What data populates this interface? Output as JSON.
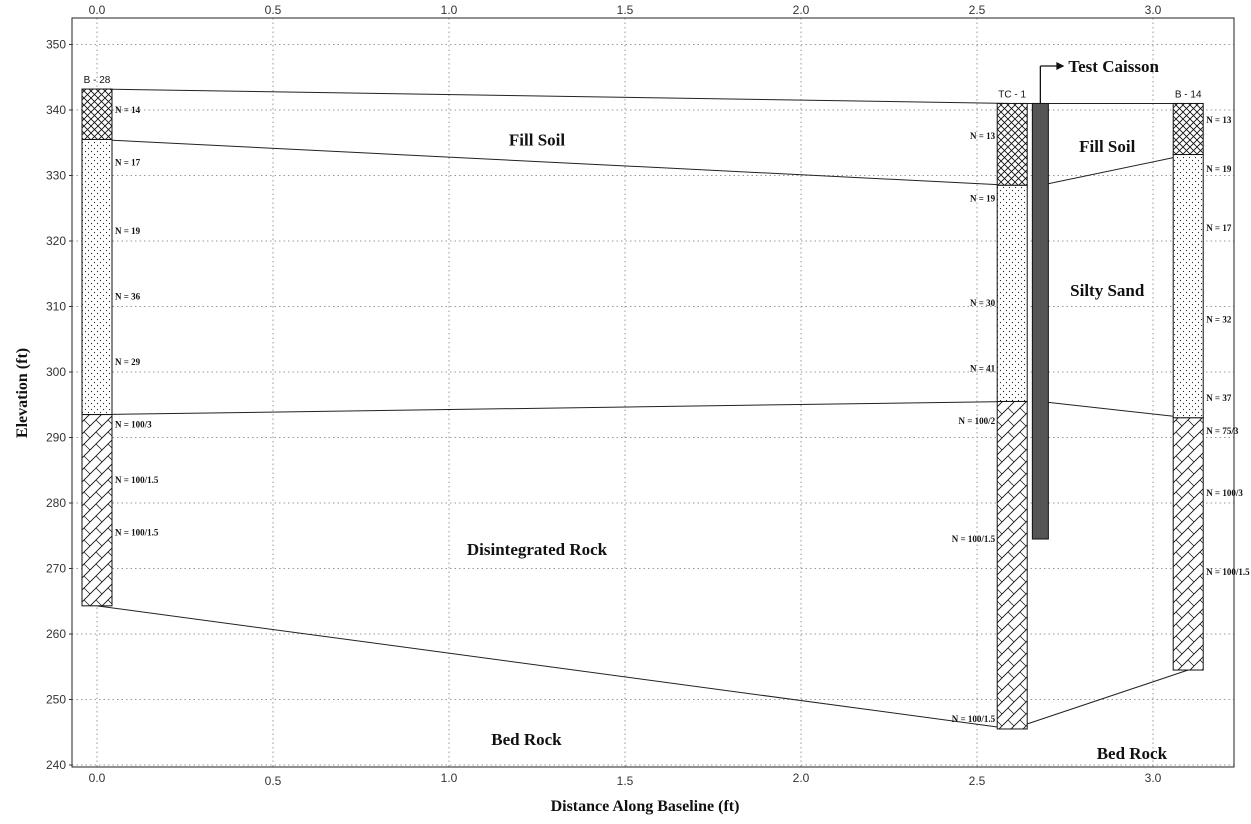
{
  "axes": {
    "x_title": "Distance Along Baseline (ft)",
    "y_title": "Elevation (ft)",
    "x_ticks": [
      "0.0",
      "0.5",
      "1.0",
      "1.5",
      "2.0",
      "2.5",
      "3.0"
    ],
    "y_ticks": [
      "240",
      "250",
      "260",
      "270",
      "280",
      "290",
      "300",
      "310",
      "320",
      "330",
      "340",
      "350"
    ]
  },
  "boreholes": [
    {
      "name": "B - 28",
      "x": 0.0,
      "top": 343.2,
      "bottom": 264.3,
      "layers": [
        {
          "pattern": "crosshatch",
          "top": 343.2,
          "bottom": 335.5
        },
        {
          "pattern": "dots",
          "top": 335.5,
          "bottom": 293.5
        },
        {
          "pattern": "diagonal",
          "top": 293.5,
          "bottom": 264.3
        }
      ],
      "spt": [
        {
          "label": "N = 14",
          "elev": 340.0
        },
        {
          "label": "N = 17",
          "elev": 332.0
        },
        {
          "label": "N = 19",
          "elev": 321.5
        },
        {
          "label": "N = 36",
          "elev": 311.5
        },
        {
          "label": "N = 29",
          "elev": 301.5
        },
        {
          "label": "N = 100/3",
          "elev": 292.0
        },
        {
          "label": "N = 100/1.5",
          "elev": 283.5
        },
        {
          "label": "N = 100/1.5",
          "elev": 275.5
        }
      ]
    },
    {
      "name": "TC - 1",
      "x": 2.6,
      "top": 341.0,
      "bottom": 245.5,
      "layers": [
        {
          "pattern": "crosshatch",
          "top": 341.0,
          "bottom": 328.5
        },
        {
          "pattern": "dots",
          "top": 328.5,
          "bottom": 295.5
        },
        {
          "pattern": "diagonal",
          "top": 295.5,
          "bottom": 245.5
        }
      ],
      "spt": [
        {
          "label": "N = 13",
          "elev": 336.0
        },
        {
          "label": "N = 19",
          "elev": 326.5
        },
        {
          "label": "N = 30",
          "elev": 310.5
        },
        {
          "label": "N = 41",
          "elev": 300.5
        },
        {
          "label": "N = 100/2",
          "elev": 292.5
        },
        {
          "label": "N = 100/1.5",
          "elev": 274.5
        },
        {
          "label": "N = 100/1.5",
          "elev": 247.0
        }
      ]
    },
    {
      "name": "B - 14",
      "x": 3.1,
      "top": 341.0,
      "bottom": 254.5,
      "layers": [
        {
          "pattern": "crosshatch",
          "top": 341.0,
          "bottom": 333.2
        },
        {
          "pattern": "dots",
          "top": 333.2,
          "bottom": 293.0
        },
        {
          "pattern": "diagonal",
          "top": 293.0,
          "bottom": 254.5
        }
      ],
      "spt": [
        {
          "label": "N = 13",
          "elev": 338.5
        },
        {
          "label": "N = 19",
          "elev": 331.0
        },
        {
          "label": "N = 17",
          "elev": 322.0
        },
        {
          "label": "N = 32",
          "elev": 308.0
        },
        {
          "label": "N = 37",
          "elev": 296.0
        },
        {
          "label": "N = 75/3",
          "elev": 291.0
        },
        {
          "label": "N = 100/3",
          "elev": 281.5
        },
        {
          "label": "N = 100/1.5",
          "elev": 269.5
        }
      ]
    }
  ],
  "caisson": {
    "label": "Test Caisson",
    "x": 2.68,
    "top": 341.0,
    "bottom": 274.5,
    "color": "#555555"
  },
  "boundaries": [
    {
      "points": [
        [
          0.0,
          343.2
        ],
        [
          2.6,
          341.0
        ]
      ]
    },
    {
      "points": [
        [
          2.6,
          341.0
        ],
        [
          3.1,
          341.0
        ]
      ]
    },
    {
      "points": [
        [
          0.0,
          335.5
        ],
        [
          2.6,
          328.5
        ]
      ]
    },
    {
      "points": [
        [
          2.68,
          328.5
        ],
        [
          3.1,
          333.2
        ]
      ]
    },
    {
      "points": [
        [
          0.0,
          293.5
        ],
        [
          2.6,
          295.5
        ]
      ]
    },
    {
      "points": [
        [
          2.68,
          295.5
        ],
        [
          3.1,
          293.0
        ]
      ]
    },
    {
      "points": [
        [
          0.0,
          264.3
        ],
        [
          2.6,
          245.5
        ]
      ]
    },
    {
      "points": [
        [
          2.6,
          245.5
        ],
        [
          3.1,
          254.5
        ]
      ]
    }
  ],
  "layer_labels": [
    {
      "text": "Fill Soil",
      "x": 1.25,
      "elev": 335.5
    },
    {
      "text": "Fill Soil",
      "x": 2.87,
      "elev": 334.5
    },
    {
      "text": "Silty Sand",
      "x": 2.87,
      "elev": 312.5
    },
    {
      "text": "Disintegrated Rock",
      "x": 1.25,
      "elev": 273.0
    },
    {
      "text": "Bed Rock",
      "x": 1.22,
      "elev": 244.0
    },
    {
      "text": "Bed Rock",
      "x": 2.94,
      "elev": 241.8
    }
  ]
}
